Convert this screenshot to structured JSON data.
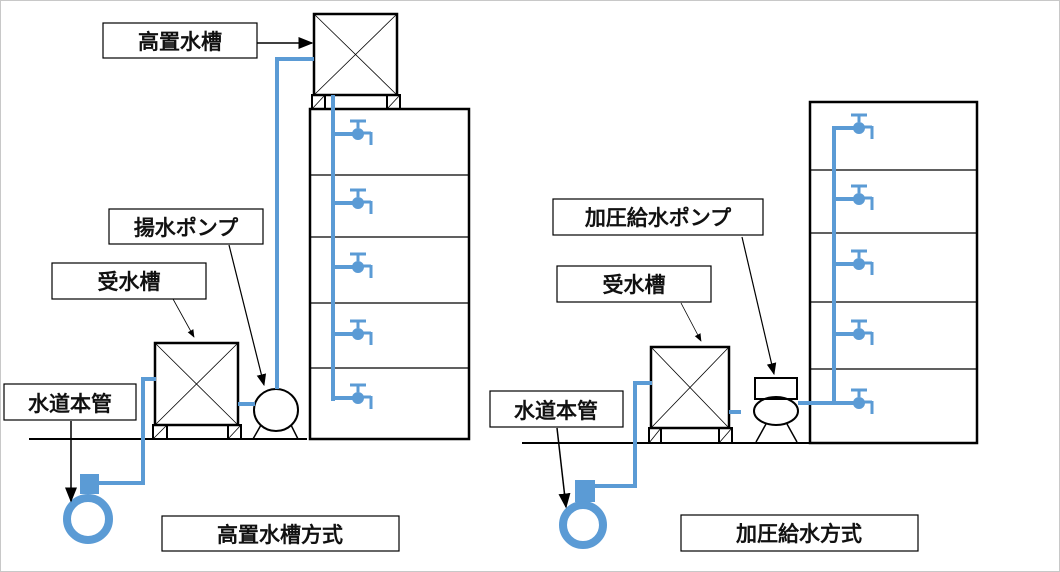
{
  "colors": {
    "pipe": "#5b9bd5",
    "line": "#000000"
  },
  "left": {
    "title": "高置水槽方式",
    "labels": {
      "elevated_tank": "高置水槽",
      "lift_pump": "揚水ポンプ",
      "receiving_tank": "受水槽",
      "water_main": "水道本管"
    },
    "floors": 5
  },
  "right": {
    "title": "加圧給水方式",
    "labels": {
      "booster_pump": "加圧給水ポンプ",
      "receiving_tank": "受水槽",
      "water_main": "水道本管"
    },
    "floors": 5
  }
}
